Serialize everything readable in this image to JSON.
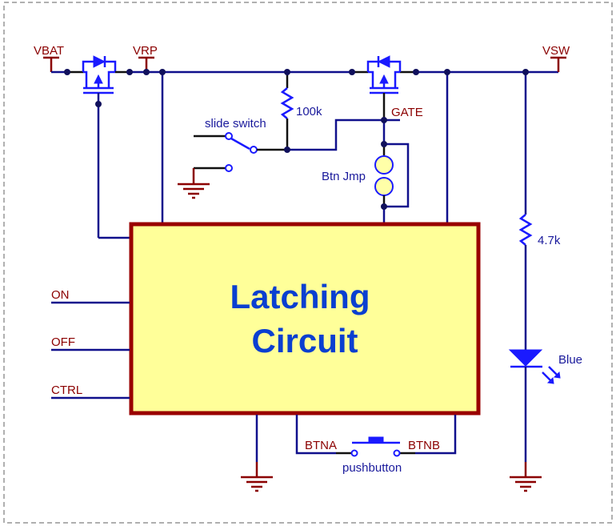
{
  "diagram": {
    "type": "schematic",
    "colors": {
      "wire": "#10108c",
      "symbol": "#1a1aff",
      "net_label": "#8b0000",
      "block_fill": "#ffff99",
      "block_border": "#990000",
      "block_text": "#0a3fd0",
      "frame": "#b0b0b0"
    },
    "net_labels": {
      "vbat": "VBAT",
      "vrp": "VRP",
      "vsw": "VSW",
      "gate": "GATE",
      "on": "ON",
      "off": "OFF",
      "ctrl": "CTRL",
      "btna": "BTNA",
      "btnb": "BTNB"
    },
    "components": {
      "resistor_pullup": "100k",
      "resistor_led": "4.7k",
      "led": "Blue",
      "slide_switch": "slide switch",
      "jumper": "Btn Jmp",
      "pushbutton": "pushbutton"
    },
    "block": {
      "line1": "Latching",
      "line2": "Circuit"
    }
  }
}
